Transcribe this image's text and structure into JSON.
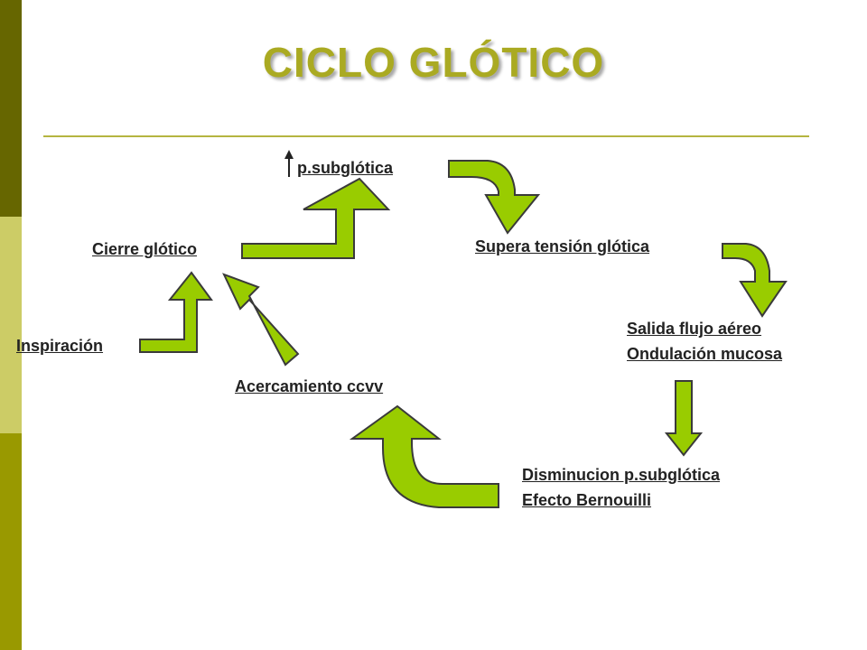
{
  "title": "CICLO GLÓTICO",
  "colors": {
    "title": "#aaaa22",
    "arrow_fill": "#99cc00",
    "arrow_stroke": "#3a3a3a",
    "sidebar_dark": "#666600",
    "sidebar_light": "#cccc66",
    "sidebar_mid": "#999900"
  },
  "nodes": {
    "subglottic_pressure": "p.subglótica",
    "glottic_closure": "Cierre glótico",
    "exceeds_glottic_tension": "Supera tensión glótica",
    "airflow_exit": "Salida flujo aéreo",
    "mucosal_wave": "Ondulación mucosa",
    "inspiration": "Inspiración",
    "vocal_fold_approach": "Acercamiento ccvv",
    "subglottic_decrease": "Disminucion p.subglótica",
    "bernoulli_effect": "Efecto Bernouilli"
  }
}
